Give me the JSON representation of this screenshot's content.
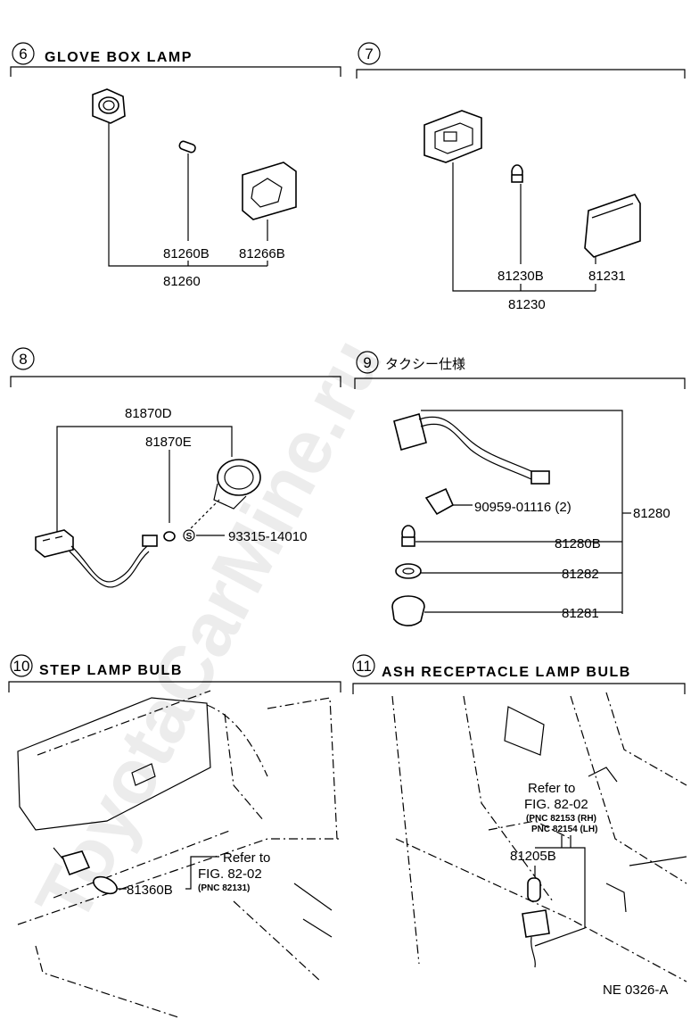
{
  "sections": {
    "s6": {
      "num": "6",
      "title": "GLOVE BOX LAMP",
      "parts": [
        "81260B",
        "81266B",
        "81260"
      ]
    },
    "s7": {
      "num": "7",
      "parts": [
        "81230B",
        "81231",
        "81230"
      ]
    },
    "s8": {
      "num": "8",
      "parts": [
        "81870D",
        "81870E",
        "93315-14010"
      ],
      "circle_s": "S"
    },
    "s9": {
      "num": "9",
      "title": "タクシー仕様",
      "parts": [
        "90959-01116 (2)",
        "81280",
        "81280B",
        "81282",
        "81281"
      ]
    },
    "s10": {
      "num": "10",
      "title": "STEP LAMP BULB",
      "ref1": "Refer to",
      "ref2": "FIG. 82-02",
      "ref3": "(PNC 82131)",
      "part": "81360B"
    },
    "s11": {
      "num": "11",
      "title": "ASH RECEPTACLE LAMP BULB",
      "ref1": "Refer to",
      "ref2": "FIG. 82-02",
      "ref3": "(PNC 82153 (RH)",
      "ref4": "PNC 82154 (LH)",
      "part": "81205B"
    }
  },
  "footer": {
    "code": "NE 0326-A"
  },
  "watermark": "ToyotaCarMine.ru"
}
